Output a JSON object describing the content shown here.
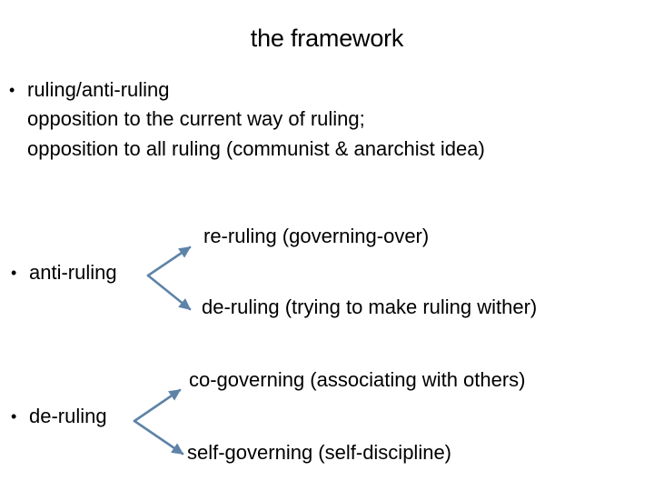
{
  "slide": {
    "title": "the framework",
    "bullet_glyph": "•",
    "accent_color": "#5E83A8",
    "text_color": "#000000",
    "background_color": "#FFFFFF"
  },
  "intro": {
    "bullet_label": "ruling/anti-ruling",
    "lines": [
      "opposition to the current way of ruling;",
      "opposition to all ruling (communist & anarchist idea)"
    ]
  },
  "branches": [
    {
      "label": "anti-ruling",
      "children": [
        "re-ruling (governing-over)",
        "de-ruling (trying to make ruling wither)"
      ]
    },
    {
      "label": "de-ruling",
      "children": [
        "co-governing (associating with others)",
        "self-governing (self-discipline)"
      ]
    }
  ]
}
